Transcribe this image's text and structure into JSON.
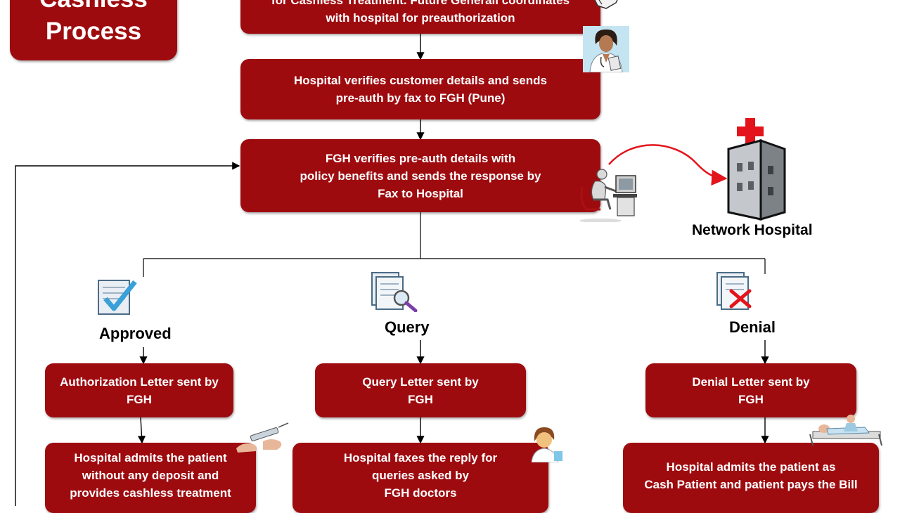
{
  "title": {
    "line1": "Cashless",
    "line2": "Process"
  },
  "steps": {
    "intimation": {
      "line1": "for Cashless Treatment. Future Generali coordinates",
      "line2": "with hospital for preauthorization"
    },
    "hospital_verifies": {
      "line1": "Hospital verifies customer details and sends",
      "line2": "pre-auth by fax to FGH (Pune)"
    },
    "fgh_verifies": {
      "line1": "FGH verifies pre-auth details with",
      "line2": "policy benefits and sends the response by",
      "line3": "Fax to Hospital"
    }
  },
  "network_hospital_label": "Network Hospital",
  "branches": {
    "approved": {
      "label": "Approved",
      "letter": {
        "line1": "Authorization Letter sent by",
        "line2": "FGH"
      },
      "outcome": {
        "line1": "Hospital admits the patient",
        "line2": "without any deposit and",
        "line3": "provides cashless treatment"
      }
    },
    "query": {
      "label": "Query",
      "letter": {
        "line1": "Query Letter sent by",
        "line2": "FGH"
      },
      "outcome": {
        "line1": "Hospital faxes the reply for",
        "line2": "queries asked by",
        "line3": "FGH doctors"
      }
    },
    "denial": {
      "label": "Denial",
      "letter": {
        "line1": "Denial Letter sent by",
        "line2": "FGH"
      },
      "outcome": {
        "line1": "Hospital admits the patient as",
        "line2": "Cash Patient and patient pays the Bill"
      }
    }
  },
  "colors": {
    "box_fill": "#9e0b0f",
    "box_text": "#ffffff",
    "connector": "#000000",
    "red_arrow": "#e3141b"
  },
  "icons": [
    "writing-hand-icon",
    "doctor-icon",
    "office-worker-icon",
    "hospital-building-icon",
    "approved-document-icon",
    "query-document-icon",
    "denied-document-icon",
    "injection-icon",
    "doctor-avatar-icon",
    "patient-bed-icon"
  ]
}
